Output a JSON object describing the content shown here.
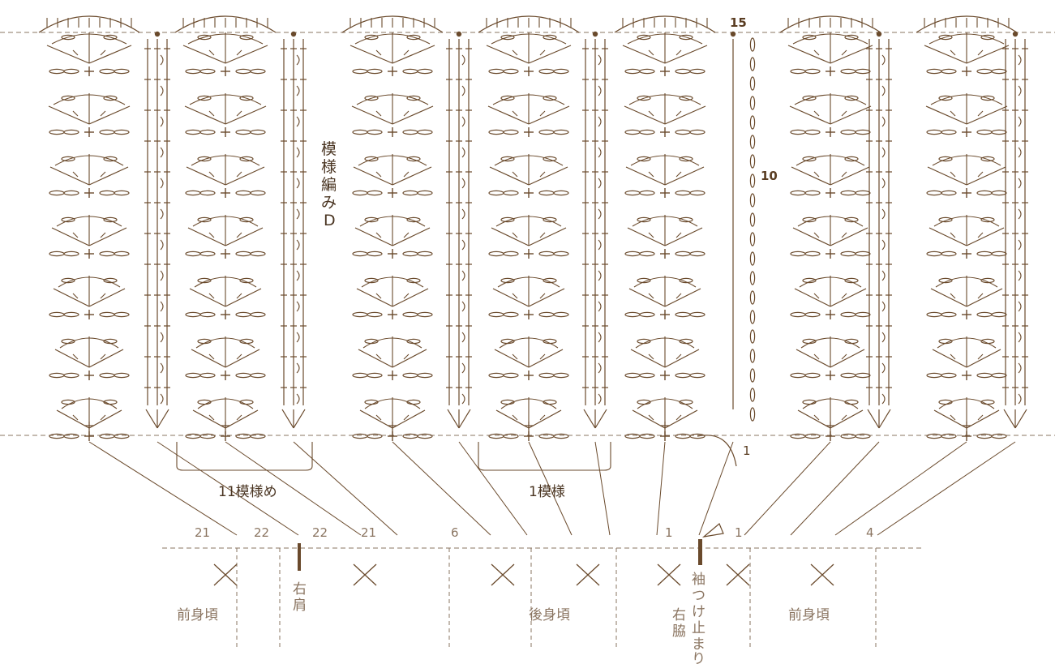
{
  "colors": {
    "stroke": "#6a4a2c",
    "text": "#4a3522",
    "label_dark": "#5a3d22",
    "guide": "#8a7460"
  },
  "labels": {
    "pattern_name": [
      "模",
      "様",
      "編",
      "み",
      "D"
    ],
    "repeats_total": "11模様め",
    "one_repeat": "1模様",
    "row_15": "15",
    "row_10": "10",
    "row_1": "1",
    "st_21_left": "21",
    "st_22_left": "22",
    "st_22_right": "22",
    "st_21_right": "21",
    "st_6": "6",
    "st_1_left": "1",
    "st_1_right": "1",
    "st_4": "4",
    "front_body_left": "前身頃",
    "right_shoulder": [
      "右",
      "肩"
    ],
    "back_body": "後身頃",
    "right_side": [
      "右",
      "脇"
    ],
    "sleeve_stop": [
      "袖",
      "つ",
      "け",
      "止",
      "ま",
      "り"
    ],
    "front_body_right": "前身頃"
  },
  "chart_data": {
    "type": "crochet-chart",
    "rows": 15,
    "fan_motifs": 7,
    "rib_columns": 7,
    "row_markers": [
      1,
      10,
      15
    ],
    "foundation_stitch_marks": [
      21,
      22,
      22,
      21,
      6,
      1,
      1,
      4
    ]
  }
}
